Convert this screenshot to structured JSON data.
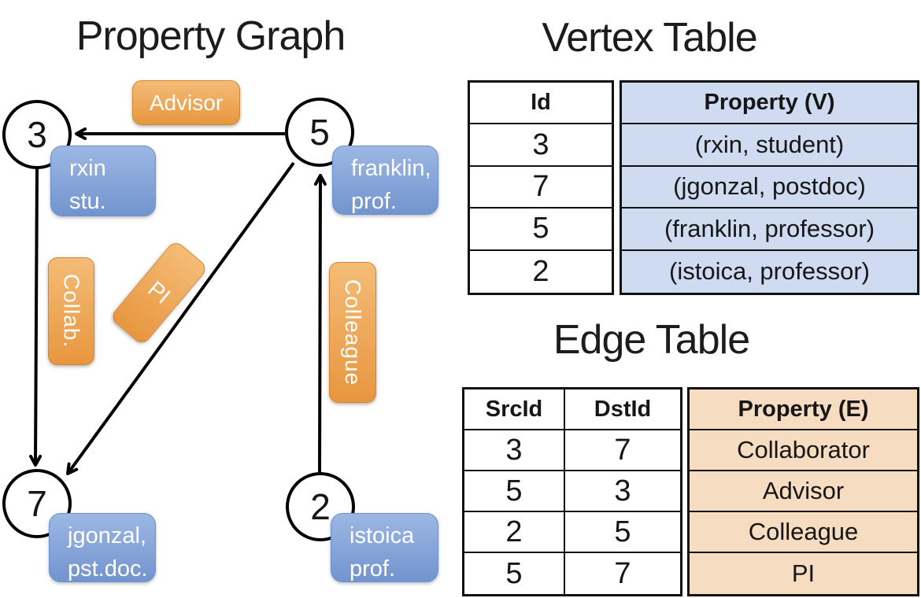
{
  "graph": {
    "title": "Property Graph",
    "nodes": [
      {
        "id": "3",
        "line1": "rxin",
        "line2": "stu."
      },
      {
        "id": "5",
        "line1": "franklin,",
        "line2": "prof."
      },
      {
        "id": "7",
        "line1": "jgonzal,",
        "line2": "pst.doc."
      },
      {
        "id": "2",
        "line1": "istoica",
        "line2": "prof."
      }
    ],
    "edge_labels": {
      "advisor": "Advisor",
      "collab": "Collab.",
      "pi": "PI",
      "colleague": "Colleague"
    }
  },
  "vertex_table": {
    "title": "Vertex Table",
    "columns": [
      "Id",
      "Property (V)"
    ],
    "rows": [
      [
        "3",
        "(rxin, student)"
      ],
      [
        "7",
        "(jgonzal, postdoc)"
      ],
      [
        "5",
        "(franklin, professor)"
      ],
      [
        "2",
        "(istoica, professor)"
      ]
    ]
  },
  "edge_table": {
    "title": "Edge Table",
    "columns": [
      "SrcId",
      "DstId",
      "Property (E)"
    ],
    "rows": [
      [
        "3",
        "7",
        "Collaborator"
      ],
      [
        "5",
        "3",
        "Advisor"
      ],
      [
        "2",
        "5",
        "Colleague"
      ],
      [
        "5",
        "7",
        "PI"
      ]
    ]
  },
  "colors": {
    "pill_orange_top": "#f4bc77",
    "pill_orange_bottom": "#e8963e",
    "pill_orange_border": "#d18733",
    "node_blue_top": "#9cb7e3",
    "node_blue_bottom": "#7294cf",
    "node_blue_border": "#6d90cc",
    "vertex_property_bg": "#cfdbf0",
    "edge_property_bg": "#f6dcc0",
    "edge_line": "#000000"
  }
}
